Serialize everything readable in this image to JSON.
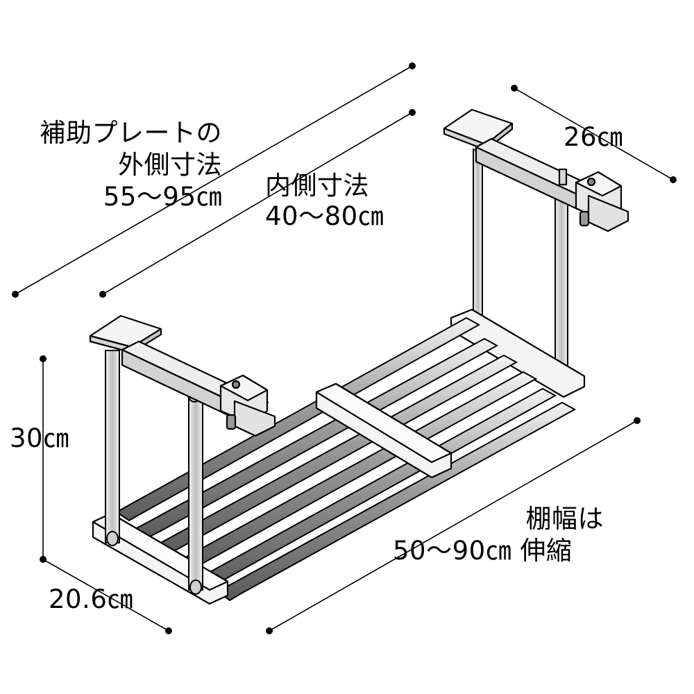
{
  "labels": {
    "outer_line1": "補助プレートの",
    "outer_line2": "外側寸法",
    "outer_line3": "55〜95㎝",
    "inner_line1": "内側寸法",
    "inner_line2": "40〜80㎝",
    "depth_top": "26㎝",
    "height": "30㎝",
    "depth_bottom": "20.6㎝",
    "shelf_line1": "棚幅は",
    "shelf_line2": "50〜90㎝ 伸縮"
  },
  "colors": {
    "line": "#000000",
    "frame_light": "#f2f2f2",
    "bar_dark": "#6e6e6e",
    "bar_light": "#e0e0e0"
  }
}
